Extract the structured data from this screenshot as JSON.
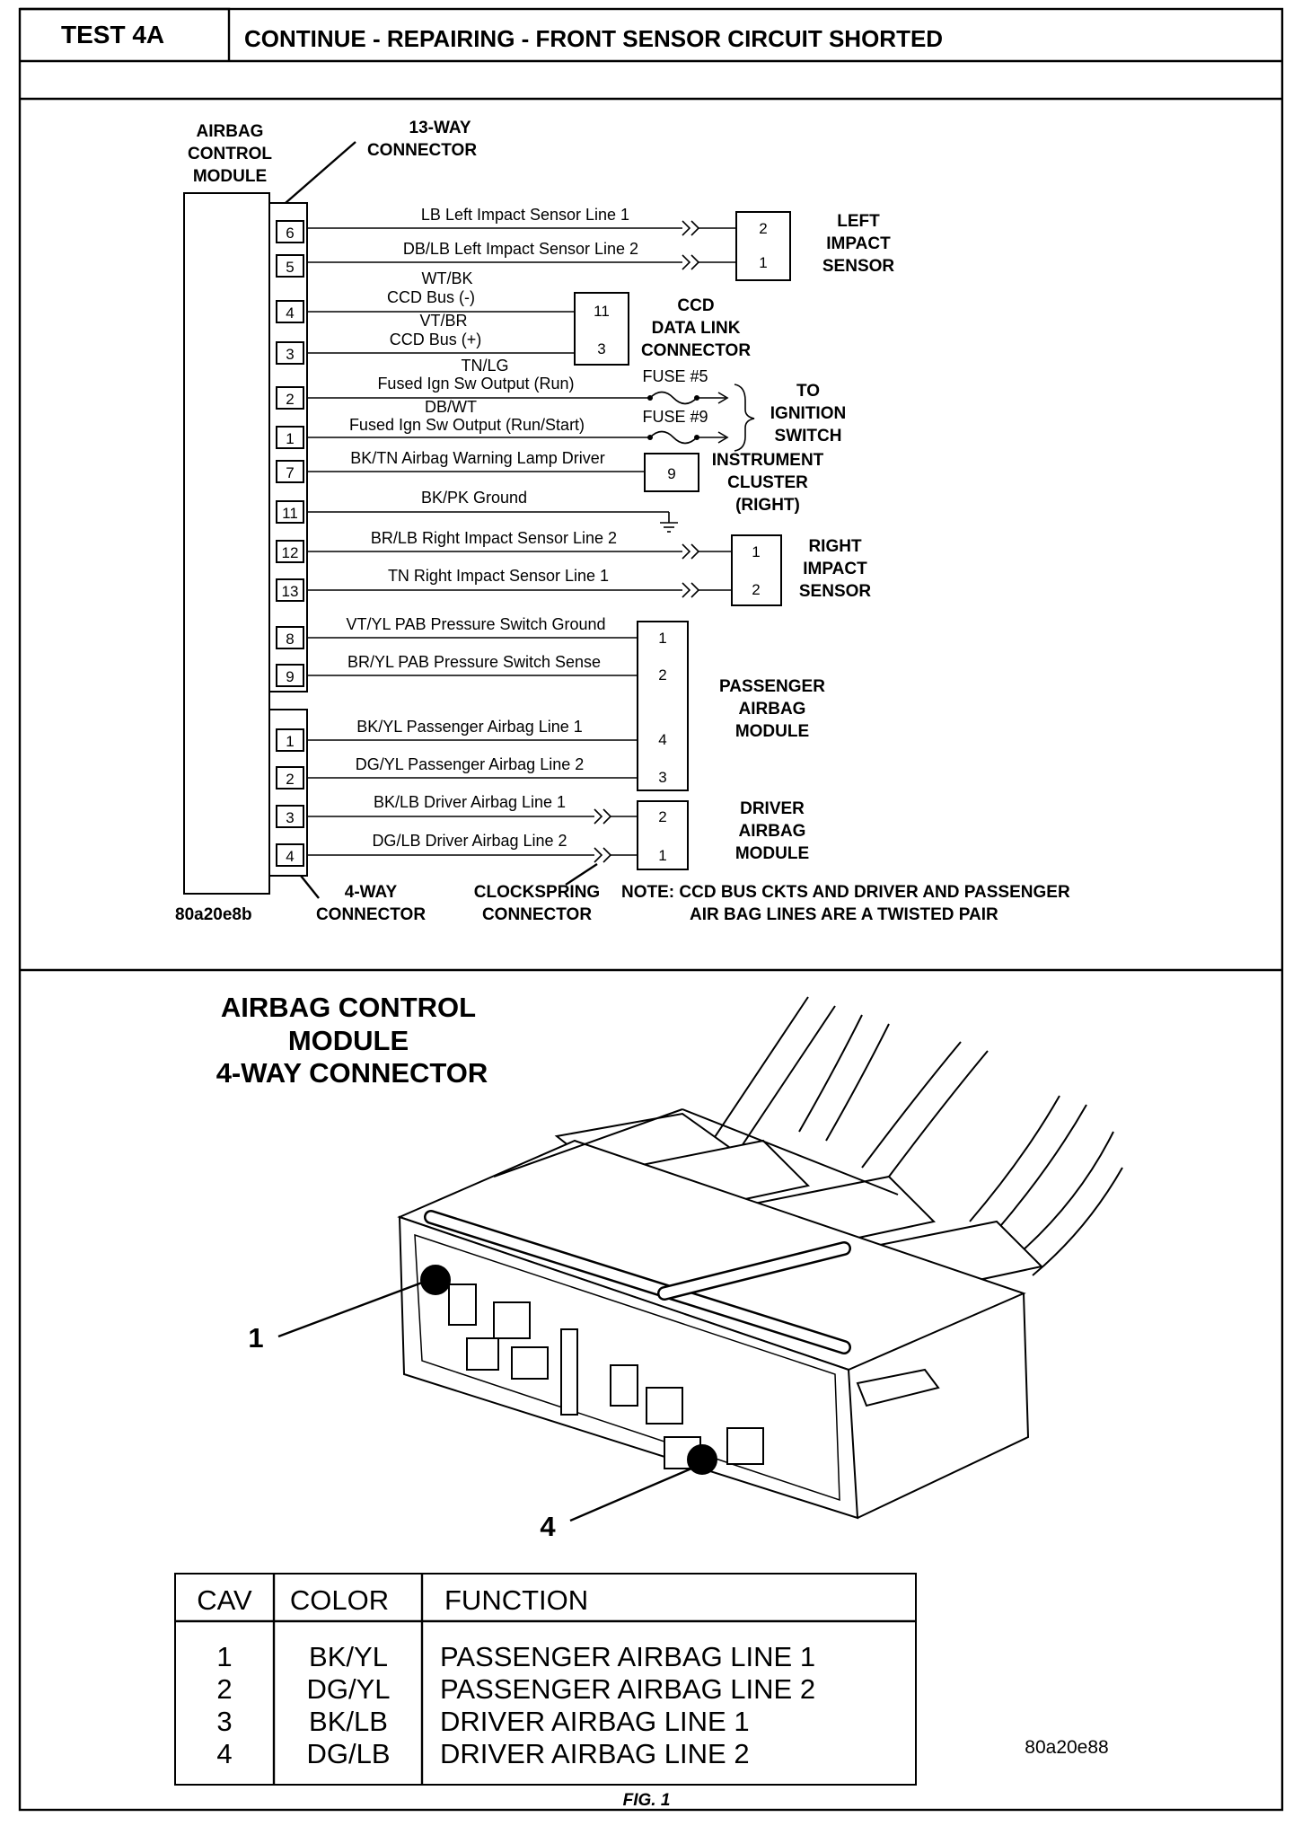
{
  "header": {
    "test_id": "TEST 4A",
    "title": "CONTINUE - REPAIRING - FRONT SENSOR CIRCUIT SHORTED"
  },
  "schematic": {
    "module_label": [
      "AIRBAG",
      "CONTROL",
      "MODULE"
    ],
    "connector_13_label": [
      "13-WAY",
      "CONNECTOR"
    ],
    "connector_4_label": [
      "4-WAY",
      "CONNECTOR"
    ],
    "clockspring_label": [
      "CLOCKSPRING",
      "CONNECTOR"
    ],
    "note": [
      "NOTE:  CCD BUS CKTS AND DRIVER AND PASSENGER",
      "AIR BAG LINES ARE A TWISTED PAIR"
    ],
    "ref_code": "80a20e8b",
    "circuits_13way": [
      {
        "pin": "6",
        "wire": "LB  Left Impact Sensor Line 1"
      },
      {
        "pin": "5",
        "wire": "DB/LB  Left Impact Sensor Line 2"
      },
      {
        "pin": "4",
        "wire_top": "WT/BK",
        "wire": "CCD Bus (-)"
      },
      {
        "pin": "3",
        "wire_top": "VT/BR",
        "wire": "CCD Bus (+)"
      },
      {
        "pin": "2",
        "wire_top": "TN/LG",
        "wire": "Fused Ign Sw Output (Run)"
      },
      {
        "pin": "1",
        "wire_top": "DB/WT",
        "wire": "Fused Ign Sw Output (Run/Start)"
      },
      {
        "pin": "7",
        "wire": "BK/TN  Airbag Warning Lamp Driver"
      },
      {
        "pin": "11",
        "wire": "BK/PK  Ground"
      },
      {
        "pin": "12",
        "wire": "BR/LB  Right Impact Sensor Line 2"
      },
      {
        "pin": "13",
        "wire": "TN  Right Impact Sensor Line 1"
      },
      {
        "pin": "8",
        "wire": "VT/YL  PAB Pressure Switch Ground"
      },
      {
        "pin": "9",
        "wire": "BR/YL  PAB Pressure Switch Sense"
      }
    ],
    "circuits_4way": [
      {
        "pin": "1",
        "wire": "BK/YL Passenger Airbag Line 1"
      },
      {
        "pin": "2",
        "wire": "DG/YL Passenger Airbag Line 2"
      },
      {
        "pin": "3",
        "wire": "BK/LB  Driver Airbag Line 1"
      },
      {
        "pin": "4",
        "wire": "DG/LB  Driver Airbag Line 2"
      }
    ],
    "components": {
      "left_sensor": {
        "label": [
          "LEFT",
          "IMPACT",
          "SENSOR"
        ],
        "pins": [
          "2",
          "1"
        ]
      },
      "ccd": {
        "label": [
          "CCD",
          "DATA LINK",
          "CONNECTOR"
        ],
        "pins": [
          "11",
          "3"
        ]
      },
      "fuse5": "FUSE #5",
      "fuse9": "FUSE #9",
      "ignition": {
        "label": [
          "TO",
          "IGNITION",
          "SWITCH"
        ]
      },
      "cluster": {
        "label": [
          "INSTRUMENT",
          "CLUSTER",
          "(RIGHT)"
        ],
        "pins": [
          "9"
        ]
      },
      "right_sensor": {
        "label": [
          "RIGHT",
          "IMPACT",
          "SENSOR"
        ],
        "pins": [
          "1",
          "2"
        ]
      },
      "passenger": {
        "label": [
          "PASSENGER",
          "AIRBAG",
          "MODULE"
        ],
        "pins": [
          "1",
          "2",
          "4",
          "3"
        ]
      },
      "driver": {
        "label": [
          "DRIVER",
          "AIRBAG",
          "MODULE"
        ],
        "pins": [
          "2",
          "1"
        ]
      }
    }
  },
  "figure": {
    "title": [
      "AIRBAG CONTROL",
      "MODULE",
      "4-WAY CONNECTOR"
    ],
    "callouts": [
      "1",
      "4"
    ],
    "table": {
      "headers": [
        "CAV",
        "COLOR",
        "FUNCTION"
      ],
      "rows": [
        [
          "1",
          "BK/YL",
          "PASSENGER AIRBAG LINE 1"
        ],
        [
          "2",
          "DG/YL",
          "PASSENGER AIRBAG LINE 2"
        ],
        [
          "3",
          "BK/LB",
          "DRIVER AIRBAG LINE 1"
        ],
        [
          "4",
          "DG/LB",
          "DRIVER AIRBAG LINE 2"
        ]
      ]
    },
    "ref_code": "80a20e88",
    "caption": "FIG. 1"
  }
}
